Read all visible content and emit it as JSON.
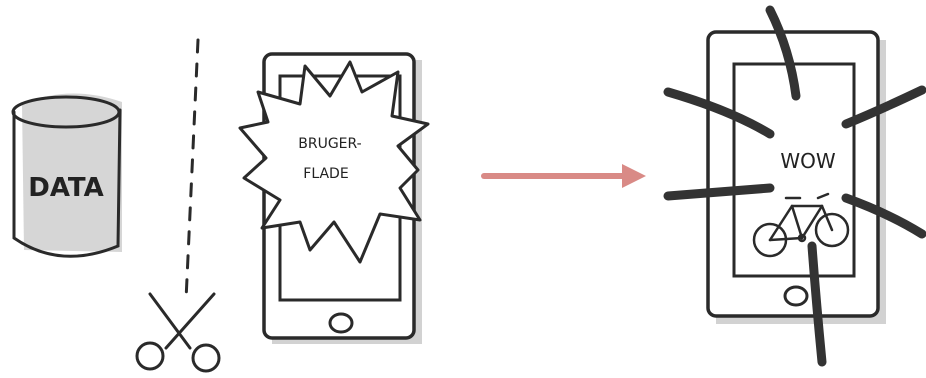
{
  "labels": {
    "data": "DATA",
    "ui_line1": "BRUGER-",
    "ui_line2": "FLADE",
    "wow": "WOW"
  },
  "colors": {
    "ink": "#2a2a2a",
    "shadow": "#cfcfcf",
    "arrow": "#d98a86",
    "background": "#ffffff"
  },
  "icons": [
    "database-cylinder-icon",
    "scissors-icon",
    "phone-icon",
    "arrow-right-icon",
    "bicycle-icon"
  ]
}
